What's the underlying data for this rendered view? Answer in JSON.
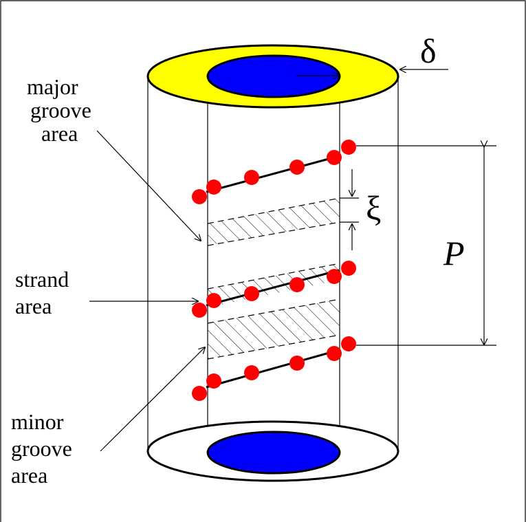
{
  "labels": {
    "major_groove": [
      "major",
      "groove",
      "area"
    ],
    "strand": [
      "strand",
      "area"
    ],
    "minor_groove": [
      "minor",
      "groove",
      "area"
    ]
  },
  "symbols": {
    "delta": "δ",
    "xi": "ξ",
    "pitch": "P"
  },
  "colors": {
    "outer_cap": "#ffff00",
    "core": "#0000ff",
    "bead": "#ff0000",
    "stroke": "#000000"
  }
}
